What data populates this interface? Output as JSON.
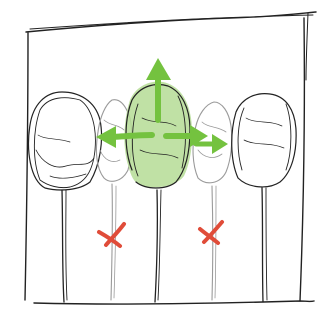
{
  "colors": {
    "ink": "#222222",
    "faint_ink": "#9a9a9a",
    "highlight_fill": "#b5dc95",
    "arrow": "#74c23f",
    "mark": "#e04c39"
  },
  "diagram": {
    "frame": "hand-drawn-rectangle",
    "figures": [
      {
        "name": "left-tree",
        "kind": "dark-crown",
        "highlighted": false,
        "marked": false
      },
      {
        "name": "left-middle-tree",
        "kind": "faint-crown",
        "highlighted": false,
        "marked": true
      },
      {
        "name": "center-tree",
        "kind": "dark-crown",
        "highlighted": true,
        "marked": false
      },
      {
        "name": "right-middle-tree",
        "kind": "faint-crown",
        "highlighted": false,
        "marked": true
      },
      {
        "name": "right-tree",
        "kind": "dark-crown",
        "highlighted": false,
        "marked": false
      }
    ],
    "arrows": [
      "up-arrow",
      "left-arrow",
      "right-arrow",
      "far-right-arrow"
    ],
    "marks": [
      "x-mark",
      "x-mark"
    ]
  }
}
